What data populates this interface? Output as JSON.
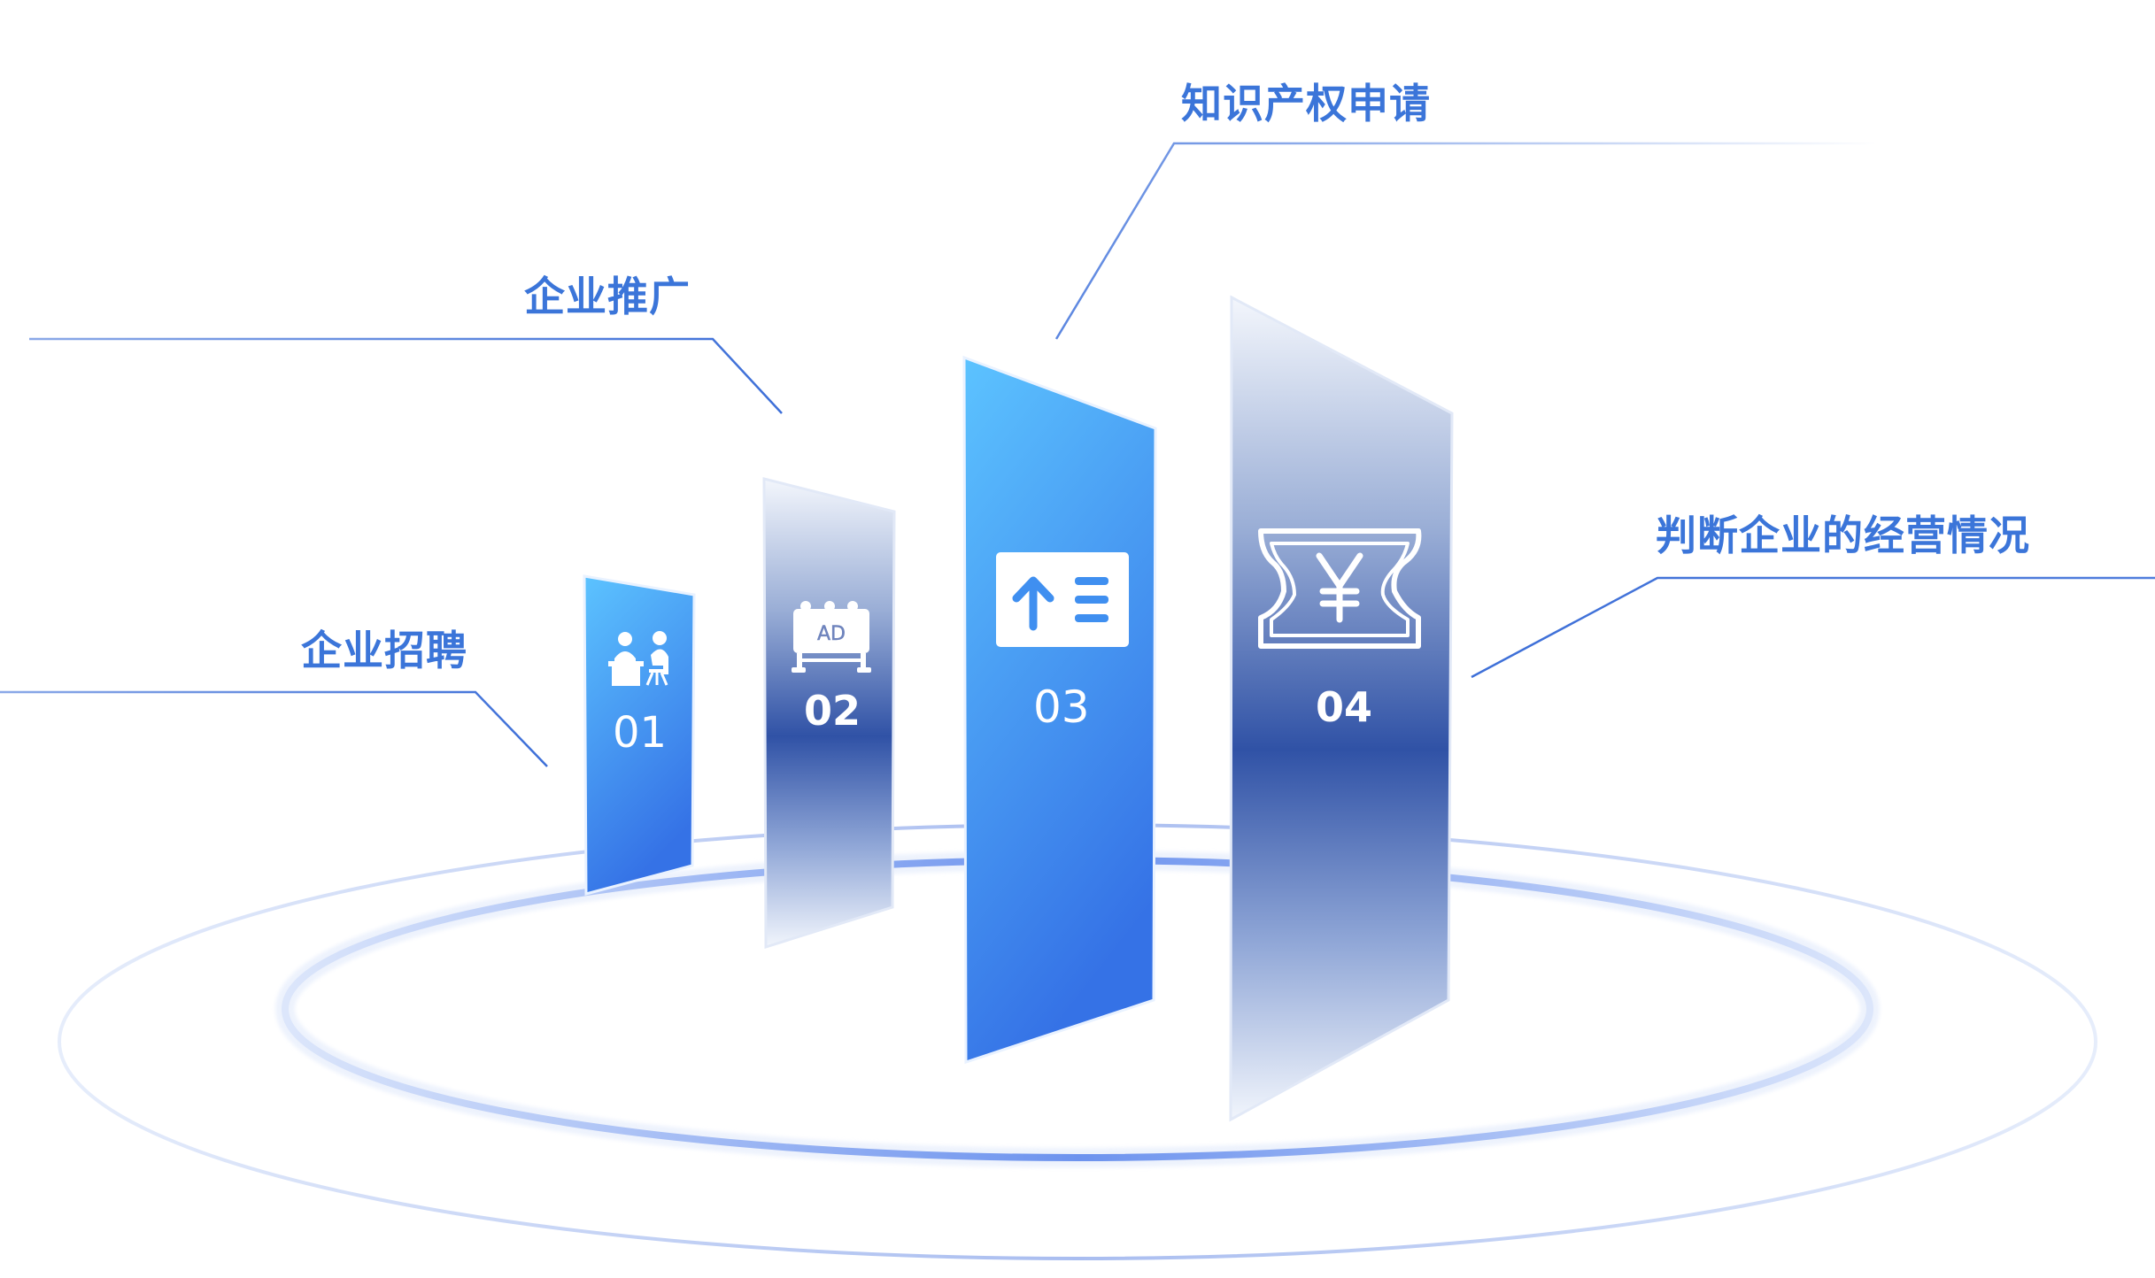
{
  "colors": {
    "accent": "#3b75d9",
    "panel_bright_top": "#5cc0ff",
    "panel_bright_bottom": "#3676e8",
    "panel_dark_mid": "#3155a8",
    "ring": "#7a9df0"
  },
  "items": [
    {
      "number": "01",
      "label": "企业招聘",
      "icon": "recruitment-interview-icon"
    },
    {
      "number": "02",
      "label": "企业推广",
      "icon": "ad-billboard-icon"
    },
    {
      "number": "03",
      "label": "知识产权申请",
      "icon": "upload-list-icon"
    },
    {
      "number": "04",
      "label": "判断企业的经营情况",
      "icon": "yuan-ticket-icon"
    }
  ]
}
